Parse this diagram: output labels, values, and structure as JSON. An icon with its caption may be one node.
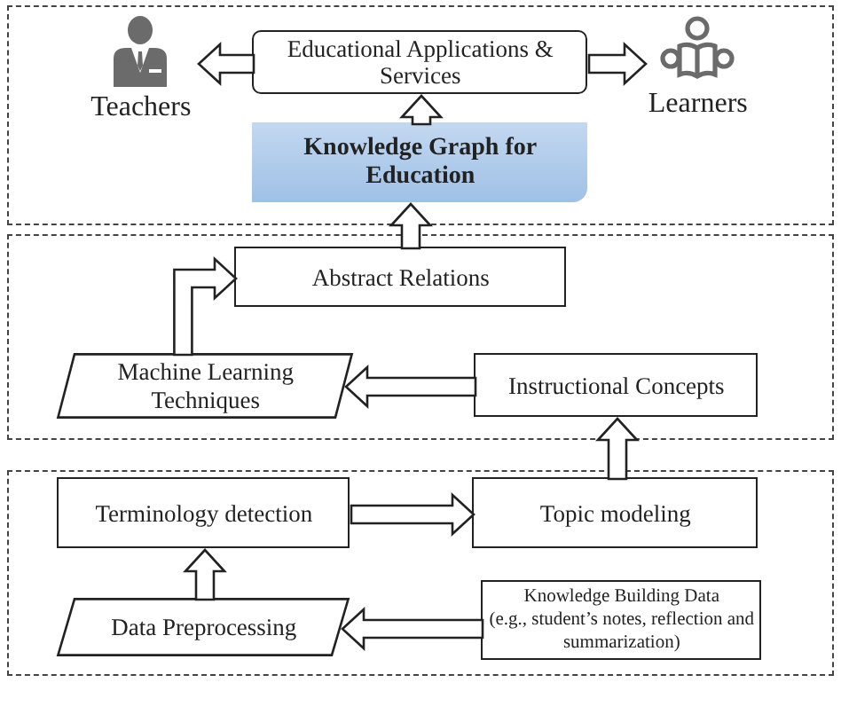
{
  "diagram": {
    "nodes": [
      {
        "text": [],
        "shape": "box"
      },
      {
        "text": [
          "Teachers"
        ],
        "in": 0
      },
      {
        "text": [
          "Educational Applications & Services"
        ],
        "in": 0
      },
      {
        "text": [
          "Learners"
        ],
        "in": 0
      },
      {
        "text": [
          "Knowledge Graph for Education"
        ],
        "in": 0
      },
      {
        "text": [],
        "shape": "box"
      },
      {
        "text": [
          "Abstract Relations"
        ],
        "in": 5
      },
      {
        "text": [
          "Machine Learning Techniques"
        ],
        "in": 5
      },
      {
        "text": [
          "Instructional Concepts"
        ],
        "in": 5
      },
      {
        "text": [],
        "shape": "box"
      },
      {
        "text": [
          "Terminology detection"
        ],
        "in": 9
      },
      {
        "text": [
          "Topic modeling"
        ],
        "in": 9
      },
      {
        "text": [
          "Data Preprocessing"
        ],
        "in": 9
      },
      {
        "text": [
          "Knowledge Building Data",
          "(e.g., student’s notes, reflection and summarization)"
        ],
        "in": 9
      }
    ],
    "edges": [
      {
        "from": 2,
        "to": 1,
        "arrow": "to"
      },
      {
        "from": 2,
        "to": 3,
        "arrow": "to"
      },
      {
        "from": 4,
        "to": 2,
        "arrow": "to"
      },
      {
        "from": 6,
        "to": 4,
        "arrow": "to"
      },
      {
        "from": 7,
        "to": 6,
        "arrow": "to"
      },
      {
        "from": 8,
        "to": 7,
        "arrow": "to"
      },
      {
        "from": 11,
        "to": 8,
        "arrow": "to"
      },
      {
        "from": 10,
        "to": 11,
        "arrow": "to"
      },
      {
        "from": 12,
        "to": 10,
        "arrow": "to"
      },
      {
        "from": 13,
        "to": 12,
        "arrow": "to"
      }
    ]
  }
}
